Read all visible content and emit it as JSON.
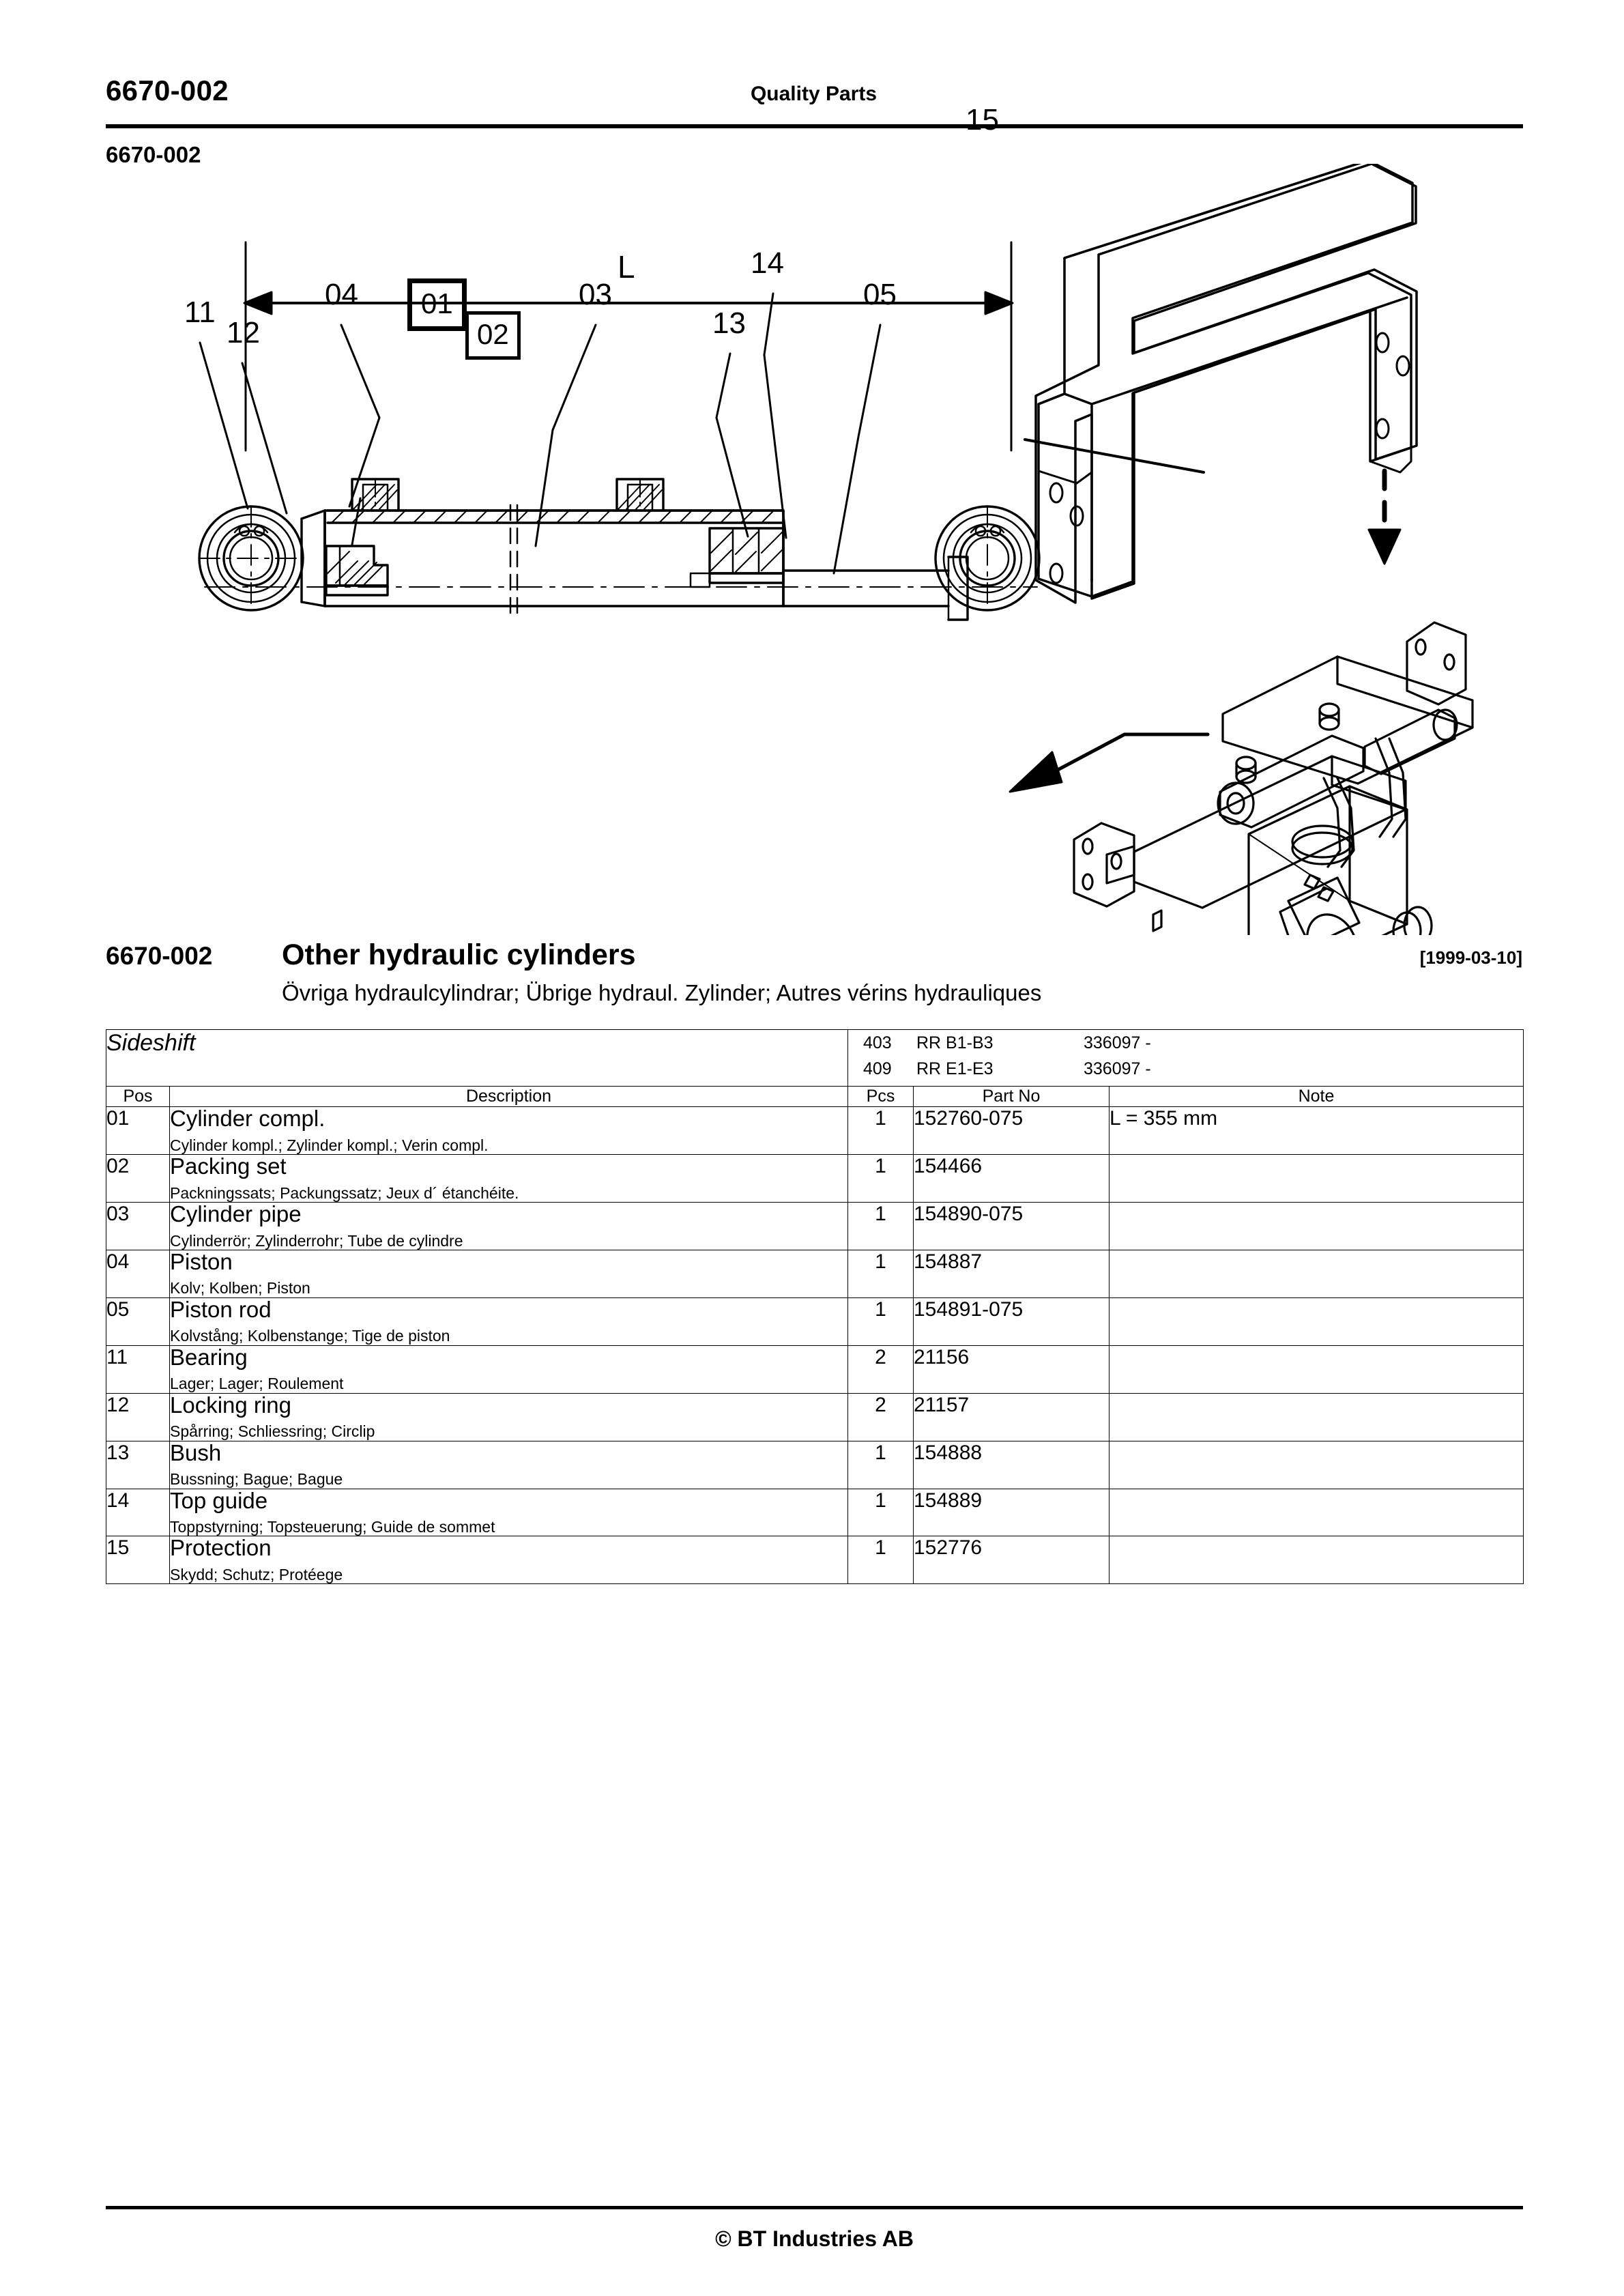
{
  "header": {
    "code": "6670-002",
    "title": "Quality Parts",
    "section_code": "6670-002"
  },
  "title_block": {
    "code": "6670-002",
    "name": "Other hydraulic cylinders",
    "subtitle": "Övriga hydraulcylindrar; Übrige hydraul. Zylinder; Autres vérins hydrauliques",
    "date": "[1999-03-10]"
  },
  "model_block": {
    "group": "Sideshift",
    "models": [
      {
        "code": "403",
        "type": "RR B1-B3",
        "serial": "336097 -"
      },
      {
        "code": "409",
        "type": "RR E1-E3",
        "serial": "336097 -"
      }
    ]
  },
  "table": {
    "columns": {
      "pos": "Pos",
      "description": "Description",
      "pcs": "Pcs",
      "part_no": "Part No",
      "note": "Note"
    },
    "rows": [
      {
        "pos": "01",
        "description": "Cylinder compl.",
        "description_sub": "Cylinder kompl.; Zylinder kompl.; Verin compl.",
        "pcs": "1",
        "part_no": "152760-075",
        "note": "L = 355 mm"
      },
      {
        "pos": "02",
        "description": "Packing set",
        "description_sub": "Packningssats; Packungssatz; Jeux d´ étanchéite.",
        "pcs": "1",
        "part_no": "154466",
        "note": ""
      },
      {
        "pos": "03",
        "description": "Cylinder pipe",
        "description_sub": "Cylinderrör; Zylinderrohr; Tube de cylindre",
        "pcs": "1",
        "part_no": "154890-075",
        "note": ""
      },
      {
        "pos": "04",
        "description": "Piston",
        "description_sub": "Kolv; Kolben; Piston",
        "pcs": "1",
        "part_no": "154887",
        "note": ""
      },
      {
        "pos": "05",
        "description": "Piston rod",
        "description_sub": "Kolvstång; Kolbenstange; Tige de piston",
        "pcs": "1",
        "part_no": "154891-075",
        "note": ""
      },
      {
        "pos": "11",
        "description": "Bearing",
        "description_sub": "Lager; Lager; Roulement",
        "pcs": "2",
        "part_no": "21156",
        "note": ""
      },
      {
        "pos": "12",
        "description": "Locking ring",
        "description_sub": "Spårring; Schliessring; Circlip",
        "pcs": "2",
        "part_no": "21157",
        "note": ""
      },
      {
        "pos": "13",
        "description": "Bush",
        "description_sub": "Bussning; Bague; Bague",
        "pcs": "1",
        "part_no": "154888",
        "note": ""
      },
      {
        "pos": "14",
        "description": "Top guide",
        "description_sub": "Toppstyrning; Topsteuerung; Guide de sommet",
        "pcs": "1",
        "part_no": "154889",
        "note": ""
      },
      {
        "pos": "15",
        "description": "Protection",
        "description_sub": "Skydd; Schutz; Protéege",
        "pcs": "1",
        "part_no": "152776",
        "note": ""
      }
    ]
  },
  "figure": {
    "dimension_label": "L",
    "callouts": [
      {
        "id": "11",
        "label": "11"
      },
      {
        "id": "12",
        "label": "12"
      },
      {
        "id": "04",
        "label": "04"
      },
      {
        "id": "01",
        "label": "01"
      },
      {
        "id": "02",
        "label": "02"
      },
      {
        "id": "03",
        "label": "03"
      },
      {
        "id": "13",
        "label": "13"
      },
      {
        "id": "14",
        "label": "14"
      },
      {
        "id": "05",
        "label": "05"
      },
      {
        "id": "15",
        "label": "15"
      }
    ]
  },
  "footer": {
    "copyright": "© BT Industries AB"
  }
}
